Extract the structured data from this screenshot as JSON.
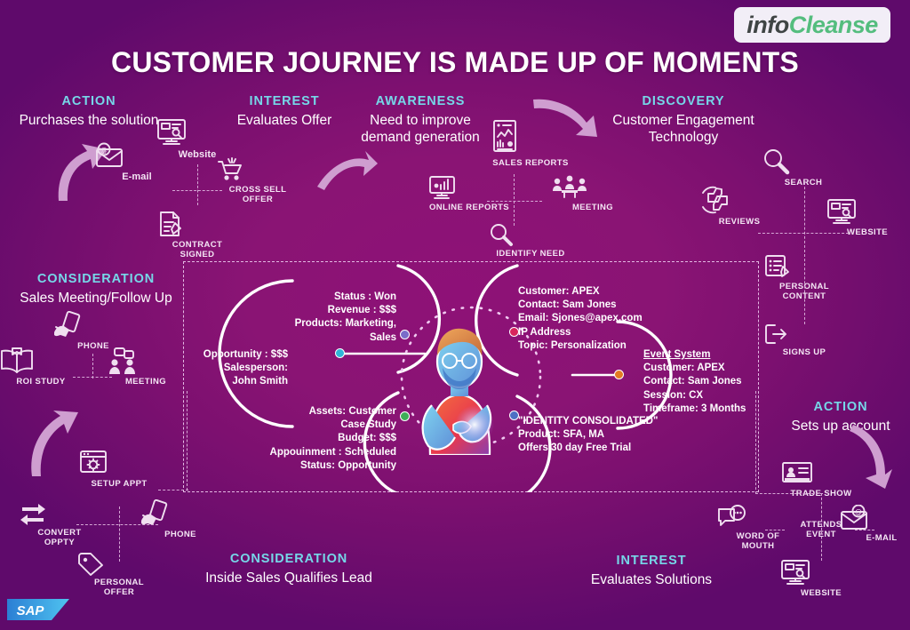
{
  "brand": {
    "logo_part1": "info",
    "logo_part2": "Cleanse",
    "sap_label": "SAP"
  },
  "title": "CUSTOMER JOURNEY IS MADE UP OF MOMENTS",
  "stages": {
    "action_top": {
      "head": "ACTION",
      "sub": "Purchases the solution"
    },
    "interest_top": {
      "head": "INTEREST",
      "sub": "Evaluates Offer"
    },
    "awareness": {
      "head": "AWARENESS",
      "sub": "Need to improve\ndemand generation",
      "sub_line1": "Need to improve",
      "sub_line2": "demand generation"
    },
    "discovery": {
      "head": "DISCOVERY",
      "sub_line1": "Customer Engagement",
      "sub_line2": "Technology"
    },
    "consideration_left": {
      "head": "CONSIDERATION",
      "sub": "Sales Meeting/Follow Up"
    },
    "consideration_bottom": {
      "head": "CONSIDERATION",
      "sub": "Inside Sales Qualifies Lead"
    },
    "interest_bottom": {
      "head": "INTEREST",
      "sub": "Evaluates Solutions"
    },
    "action_right": {
      "head": "ACTION",
      "sub": "Sets up account"
    }
  },
  "icons": {
    "website_top": {
      "label": "Website",
      "icon": "monitor-icon"
    },
    "email_top": {
      "label": "E-mail",
      "icon": "envelope-at-icon"
    },
    "contract_signed": {
      "label_line1": "CONTRACT",
      "label_line2": "SIGNED",
      "icon": "document-pen-icon"
    },
    "cross_sell": {
      "label_line1": "CROSS SELL",
      "label_line2": "OFFER",
      "icon": "shopping-cart-icon"
    },
    "sales_reports": {
      "label": "SALES REPORTS",
      "icon": "report-chart-icon"
    },
    "online_reports": {
      "label": "ONLINE REPORTS",
      "icon": "monitor-bars-icon"
    },
    "meeting_top": {
      "label": "MEETING",
      "icon": "people-table-icon"
    },
    "identify_need": {
      "label": "IDENTIFY NEED",
      "icon": "magnifier-icon"
    },
    "reviews": {
      "label": "REVIEWS",
      "icon": "thumbs-up-down-icon"
    },
    "search": {
      "label": "SEARCH",
      "icon": "magnifier-icon"
    },
    "website_right": {
      "label": "WEBSITE",
      "icon": "monitor-icon"
    },
    "personal_content": {
      "label_line1": "PERSONAL",
      "label_line2": "CONTENT",
      "icon": "note-pen-icon"
    },
    "signs_up": {
      "label": "SIGNS UP",
      "icon": "login-arrow-icon"
    },
    "phone_left": {
      "label": "PHONE",
      "icon": "hand-phone-icon"
    },
    "roi_study": {
      "label": "ROI STUDY",
      "icon": "open-book-icon"
    },
    "meeting_left": {
      "label": "MEETING",
      "icon": "two-people-chat-icon"
    },
    "setup_appt": {
      "label": "SETUP APPT",
      "icon": "browser-gear-icon"
    },
    "convert_oppty": {
      "label_line1": "CONVERT",
      "label_line2": "OPPTY",
      "icon": "swap-arrows-icon"
    },
    "phone_bottom": {
      "label": "PHONE",
      "icon": "hand-phone-icon"
    },
    "personal_offer": {
      "label_line1": "PERSONAL",
      "label_line2": "OFFER",
      "icon": "price-tag-icon"
    },
    "trade_show": {
      "label": "TRADE SHOW",
      "icon": "badge-card-icon"
    },
    "word_of_mouth": {
      "label_line1": "WORD OF",
      "label_line2": "MOUTH",
      "icon": "speech-bubbles-icon"
    },
    "attends_event": {
      "label_line1": "ATTENDS",
      "label_line2": "EVENT",
      "icon": "text-only"
    },
    "email_right": {
      "label": "E-MAIL",
      "icon": "envelope-at-icon"
    },
    "website_bottom": {
      "label": "WEBSITE",
      "icon": "monitor-icon"
    }
  },
  "center": {
    "left_block": {
      "line1": "Opportunity : $$$",
      "line2": "Salesperson:",
      "line3": "John Smith"
    },
    "top_left_block": {
      "line1": "Status : Won",
      "line2": "Revenue : $$$",
      "line3": "Products: Marketing,",
      "line4": "Sales"
    },
    "bottom_left_block": {
      "line1": "Assets: Customer",
      "line2": "Case Study",
      "line3": "Budget: $$$",
      "line4": "Appouinment : Scheduled",
      "line5": "Status: Opportunity"
    },
    "top_right_block": {
      "line1": "Customer: APEX",
      "line2": "Contact: Sam Jones",
      "line3": "Email: Sjones@apex.com",
      "line4": "IP Address",
      "line5": "Topic: Personalization"
    },
    "right_block": {
      "line1": "Event System",
      "line2": "Customer: APEX",
      "line3": "Contact: Sam Jones",
      "line4": "Session: CX",
      "line5": "Timeframe: 3 Months"
    },
    "bottom_right_block": {
      "line1": "\"IDENTITY CONSOLIDATED\"",
      "line2": "Product: SFA, MA",
      "line3": "Offers 30 day Free Trial"
    }
  },
  "colors": {
    "background_primary": "#8a1474",
    "background_secondary": "#4e0768",
    "stage_head": "#76d7e8",
    "icon_stroke": "#f0dff0",
    "arrow": "#cf9ed0",
    "dash_border": "#e3b9e3",
    "logo_green": "#54bd7e",
    "logo_dark": "#3f4444",
    "sap_blue": "#2b7fd4"
  }
}
